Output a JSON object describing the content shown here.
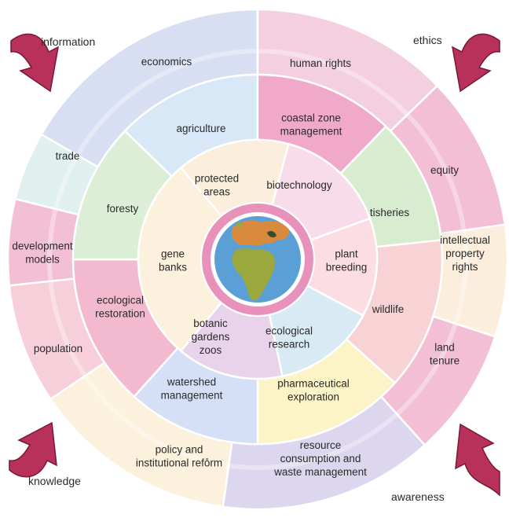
{
  "corners": {
    "top_left": "information",
    "top_right": "ethics",
    "bottom_left": "knowledge",
    "bottom_right": "awareness"
  },
  "outer_ring": [
    {
      "id": "economics",
      "lines": [
        "economics"
      ],
      "color": "#d8dff3"
    },
    {
      "id": "human-rights",
      "lines": [
        "human rights"
      ],
      "color": "#f4cfe0"
    },
    {
      "id": "equity",
      "lines": [
        "equity"
      ],
      "color": "#f3bfd4"
    },
    {
      "id": "intellectual-property-rights",
      "lines": [
        "intellectual",
        "property",
        "rights"
      ],
      "color": "#fbeedd"
    },
    {
      "id": "land-tenure",
      "lines": [
        "land",
        "tenure"
      ],
      "color": "#f3bfd4"
    },
    {
      "id": "resource-consumption",
      "lines": [
        "resource",
        "consumption and",
        "waste management"
      ],
      "color": "#dcd6ef"
    },
    {
      "id": "policy-reform",
      "lines": [
        "policy and",
        "institutional refo̊rm"
      ],
      "color": "#fbf1dc"
    },
    {
      "id": "population",
      "lines": [
        "population"
      ],
      "color": "#f6cfdb"
    },
    {
      "id": "development-models",
      "lines": [
        "development",
        "models"
      ],
      "color": "#f3bfd4"
    },
    {
      "id": "trade",
      "lines": [
        "trade"
      ],
      "color": "#dff0ee"
    }
  ],
  "middle_ring": [
    {
      "id": "agriculture",
      "lines": [
        "agriculture"
      ],
      "color": "#d9e8f6"
    },
    {
      "id": "coastal-zone",
      "lines": [
        "coastal zone",
        "management"
      ],
      "color": "#f1a9c9"
    },
    {
      "id": "fisheries",
      "lines": [
        "tisheries"
      ],
      "color": "#d8ecd0"
    },
    {
      "id": "wildlife",
      "lines": [
        "wildlife"
      ],
      "color": "#f8d3d6"
    },
    {
      "id": "pharmaceutical",
      "lines": [
        "pharmaceutical",
        "exploration"
      ],
      "color": "#fcf4c6"
    },
    {
      "id": "watershed",
      "lines": [
        "watershed",
        "management"
      ],
      "color": "#d5dff5"
    },
    {
      "id": "ecological-restoration",
      "lines": [
        "ecological",
        "restoration"
      ],
      "color": "#f3b9cf"
    },
    {
      "id": "foresty",
      "lines": [
        "foresty"
      ],
      "color": "#dcefd6"
    }
  ],
  "inner_ring": [
    {
      "id": "protected-areas",
      "lines": [
        "protected",
        "areas"
      ],
      "color": "#fbeedd"
    },
    {
      "id": "biotechnology",
      "lines": [
        "biotechnology"
      ],
      "color": "#f8dce9"
    },
    {
      "id": "plant-breeding",
      "lines": [
        "plant",
        "breeding"
      ],
      "color": "#fbdde3"
    },
    {
      "id": "ecological-research",
      "lines": [
        "ecological",
        "research"
      ],
      "color": "#d8eaf3"
    },
    {
      "id": "botanic-gardens",
      "lines": [
        "botanic",
        "gardens",
        "zoos"
      ],
      "color": "#e9d3ea"
    },
    {
      "id": "gene-banks",
      "lines": [
        "gene",
        "banks"
      ],
      "color": "#fbf1dc"
    }
  ],
  "colors": {
    "ring_border": "#ffffff",
    "arrow_fill": "#b8315a",
    "arrow_stroke": "#7a1638",
    "globe_ring": "#e892bb",
    "globe_ocean": "#5a9fd6",
    "globe_land": "#9aa83e",
    "globe_desert": "#d98a3c"
  }
}
